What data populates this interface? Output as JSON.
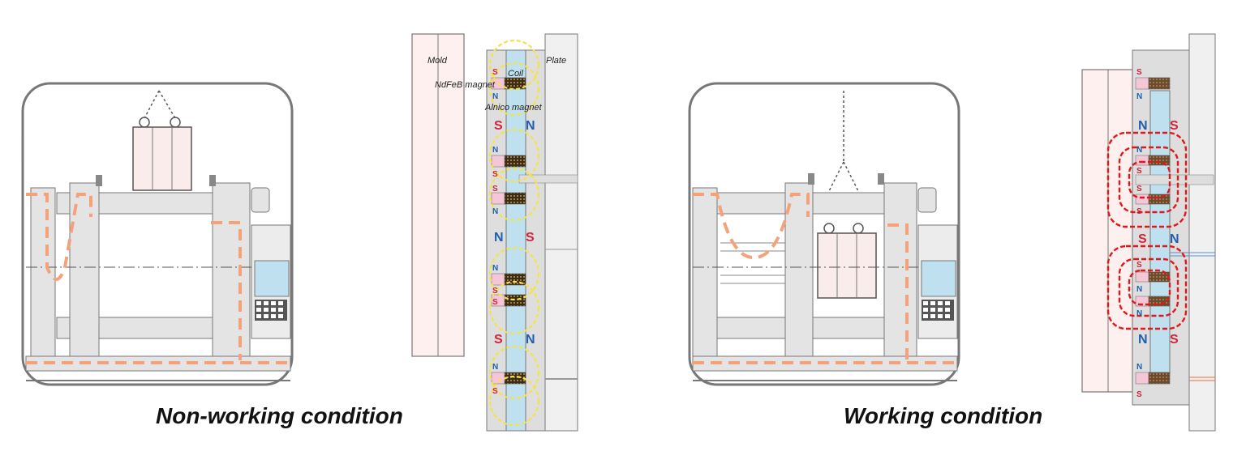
{
  "captions": {
    "left": "Non-working condition",
    "right": "Working condition"
  },
  "callouts": {
    "mold": "Mold",
    "plate": "Plate",
    "coil": "Coil",
    "ndfeb": "NdFeB magnet",
    "alnico": "Alnico magnet"
  },
  "poles": {
    "n": "N",
    "s": "S"
  },
  "colors": {
    "magnet_blue": "#bfe0ee",
    "magnet_pink": "#f4c6d6",
    "coil_brown": "#6b4a2f",
    "flux_yellow": "#f5e24a",
    "flux_red": "#e01818",
    "path_orange": "#f3a27a",
    "pole_n": "#1f5fae",
    "pole_s": "#d0243c"
  }
}
